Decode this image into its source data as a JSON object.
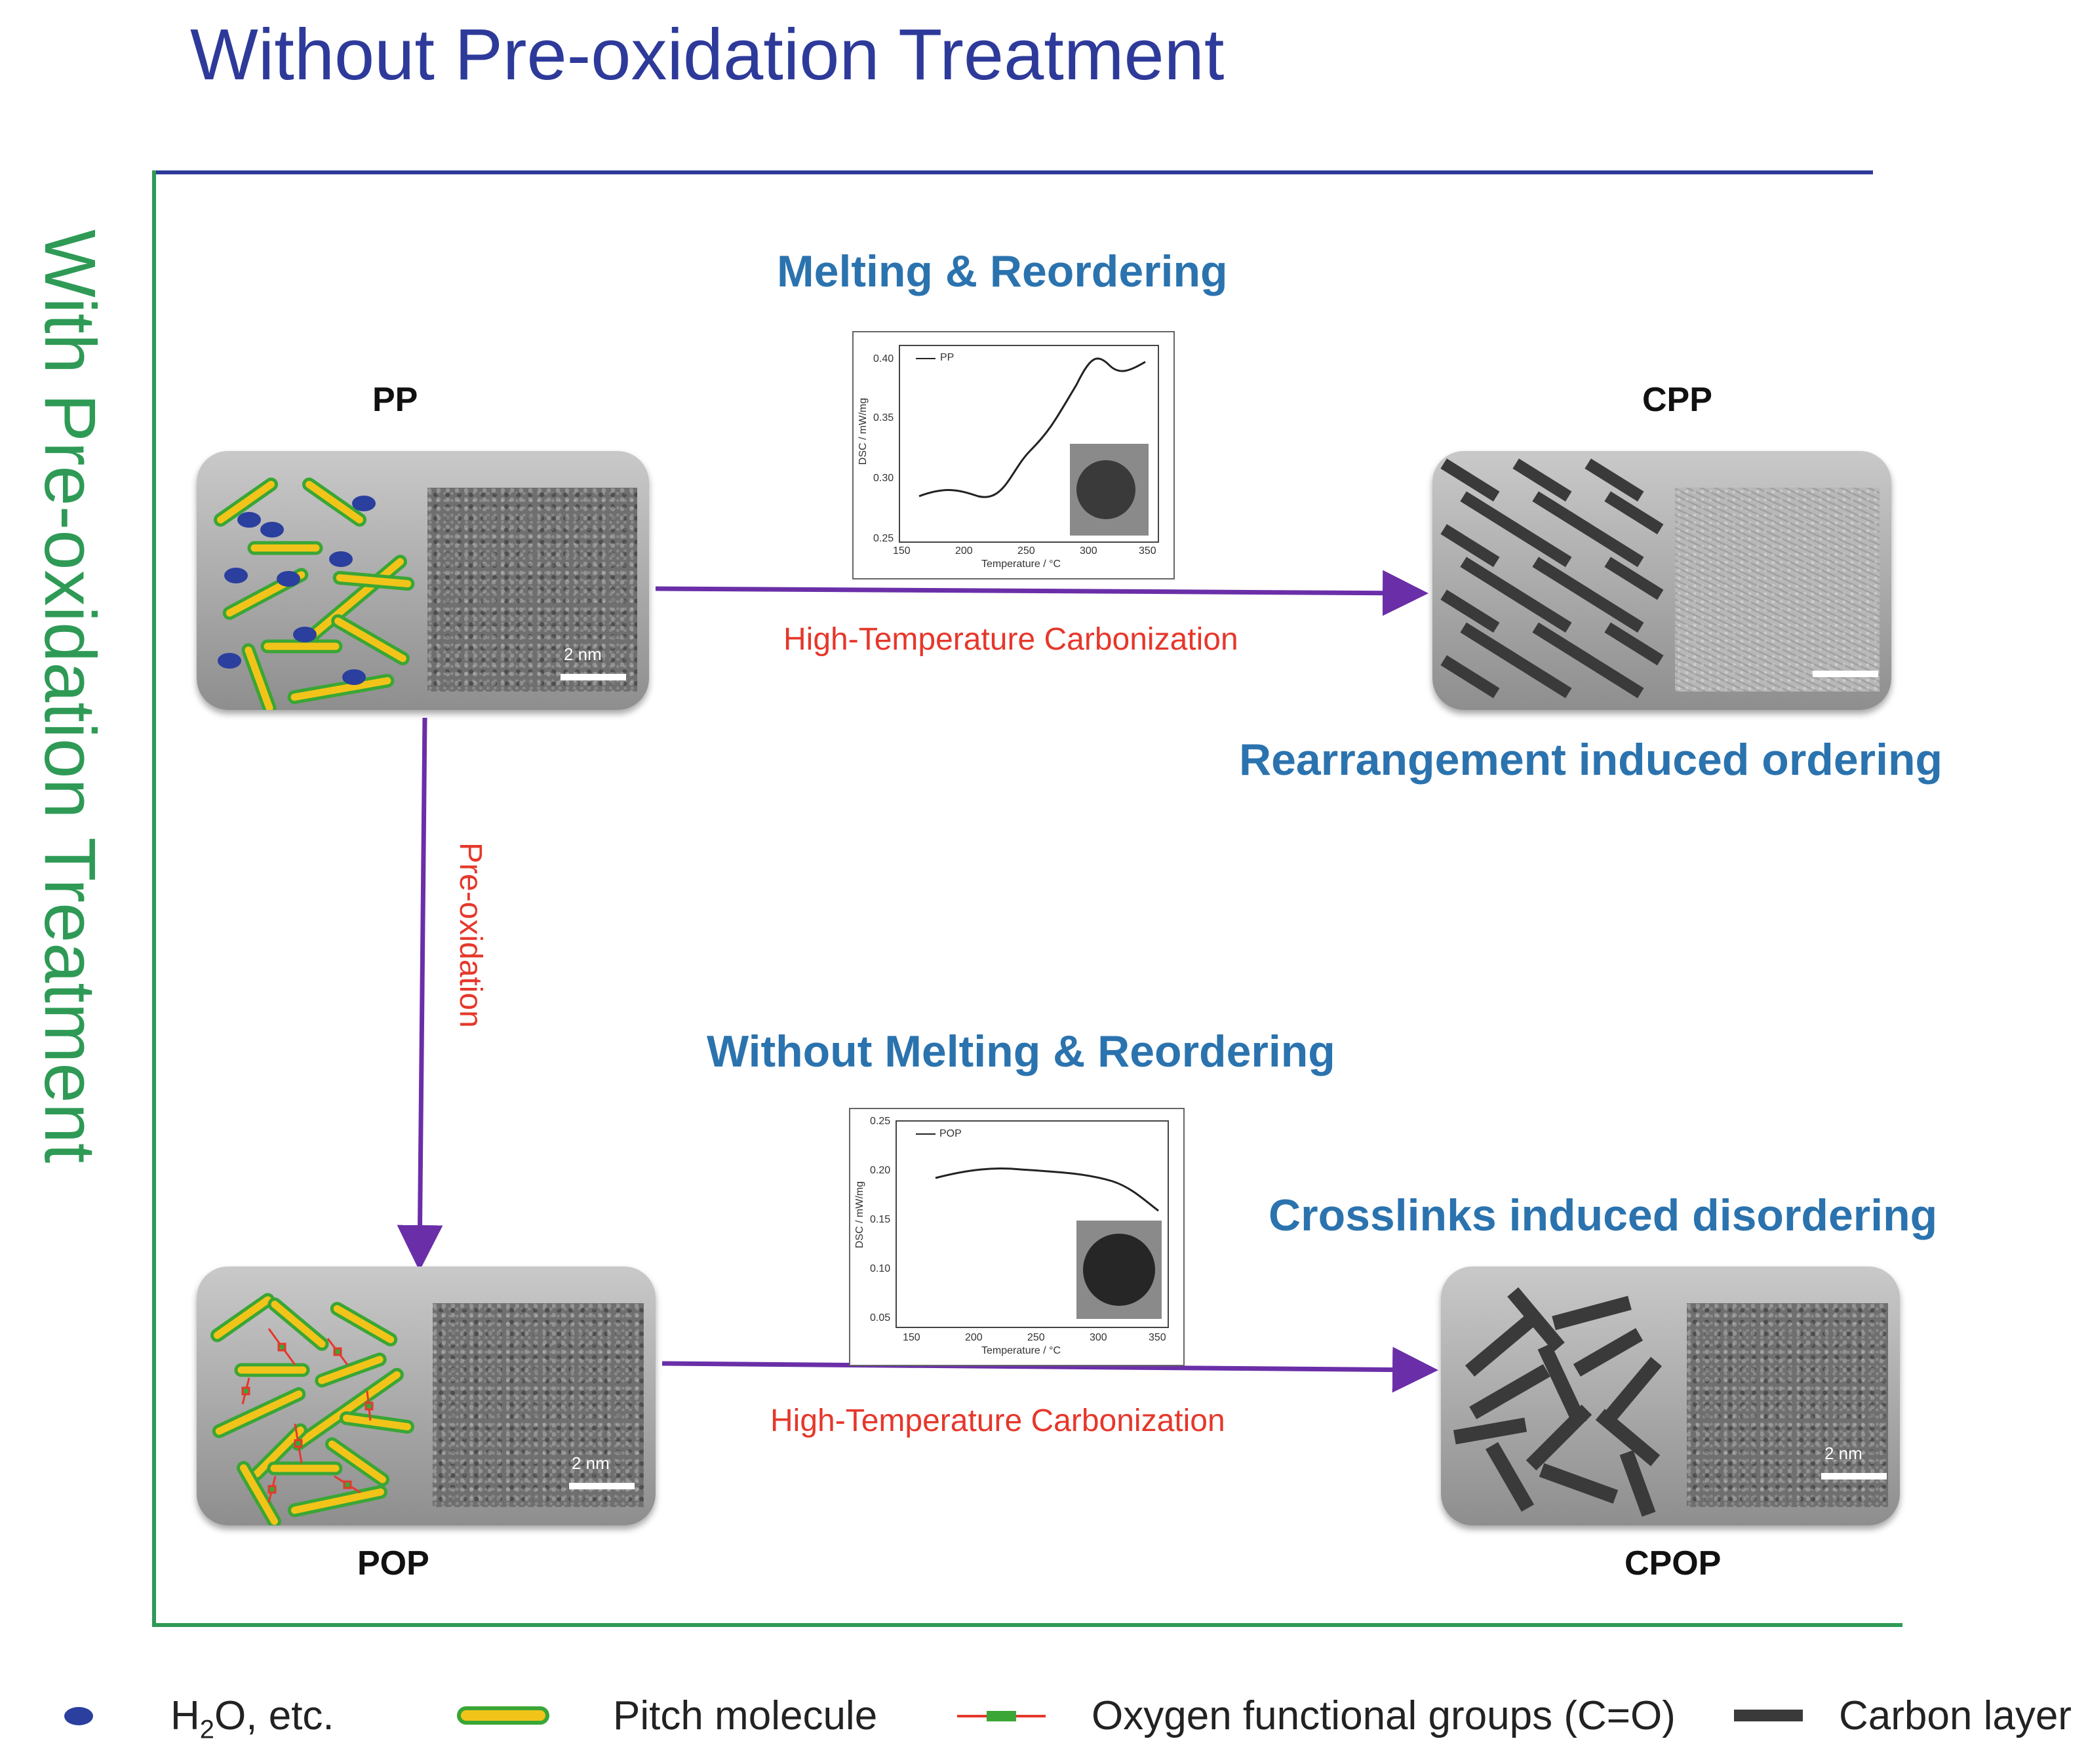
{
  "titles": {
    "top": "Without Pre-oxidation Treatment",
    "left": "With Pre-oxidation Treatment"
  },
  "nodes": {
    "pp": "PP",
    "cpp": "CPP",
    "pop": "POP",
    "cpop": "CPOP"
  },
  "headings": {
    "melting": "Melting & Reordering",
    "without_melting": "Without Melting & Reordering",
    "rearrangement": "Rearrangement induced ordering",
    "crosslinks": "Crosslinks induced disordering"
  },
  "arrows": {
    "carbonization_top": "High-Temperature Carbonization",
    "carbonization_bottom": "High-Temperature Carbonization",
    "pre_oxidation": "Pre-oxidation"
  },
  "scale_bars": {
    "pp": "2 nm",
    "pop": "2 nm",
    "cpop": "2 nm"
  },
  "inset_top": {
    "legend": "PP",
    "ylabel": "DSC / mW/mg",
    "xlabel": "Temperature / °C",
    "yticks": [
      "0.40",
      "0.35",
      "0.30",
      "0.25"
    ],
    "xticks": [
      "150",
      "200",
      "250",
      "300",
      "350"
    ]
  },
  "inset_bottom": {
    "legend": "POP",
    "ylabel": "DSC / mW/mg",
    "xlabel": "Temperature / °C",
    "yticks": [
      "0.25",
      "0.20",
      "0.15",
      "0.10",
      "0.05"
    ],
    "xticks": [
      "150",
      "200",
      "250",
      "300",
      "350"
    ]
  },
  "legend": {
    "h2o": "H",
    "h2o_sub": "2",
    "h2o_rest": "O, etc.",
    "pitch": "Pitch molecule",
    "oxygen": "Oxygen functional groups (C=O)",
    "carbon": "Carbon layer"
  },
  "colors": {
    "title_top": "#2e3a9a",
    "title_left": "#2e9a55",
    "arrow": "#6a2fa8",
    "heading": "#2b73ae",
    "red_label": "#e6372b",
    "pitch_fill": "#f2c419",
    "pitch_border": "#3aa635",
    "h2o": "#2a3f9e",
    "carbon_layer": "#3a3a3a"
  }
}
